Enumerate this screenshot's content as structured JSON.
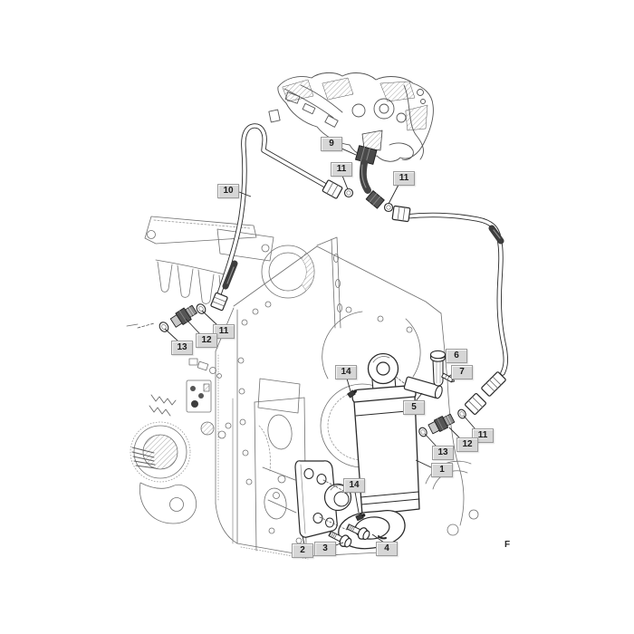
{
  "colors": {
    "background": "#ffffff",
    "callout_bg": "#d6d6d6",
    "callout_border": "#9b9b9b",
    "part_ink": "#2a2a2a",
    "case_ink": "#707070"
  },
  "callouts": [
    {
      "label": "9"
    },
    {
      "label": "11"
    },
    {
      "label": "10"
    },
    {
      "label": "11"
    },
    {
      "label": "11"
    },
    {
      "label": "12"
    },
    {
      "label": "13"
    },
    {
      "label": "6"
    },
    {
      "label": "7"
    },
    {
      "label": "14"
    },
    {
      "label": "5"
    },
    {
      "label": "11"
    },
    {
      "label": "12"
    },
    {
      "label": "13"
    },
    {
      "label": "1"
    },
    {
      "label": "14"
    },
    {
      "label": "2"
    },
    {
      "label": "3"
    },
    {
      "label": "4"
    }
  ],
  "corner_text": "F"
}
